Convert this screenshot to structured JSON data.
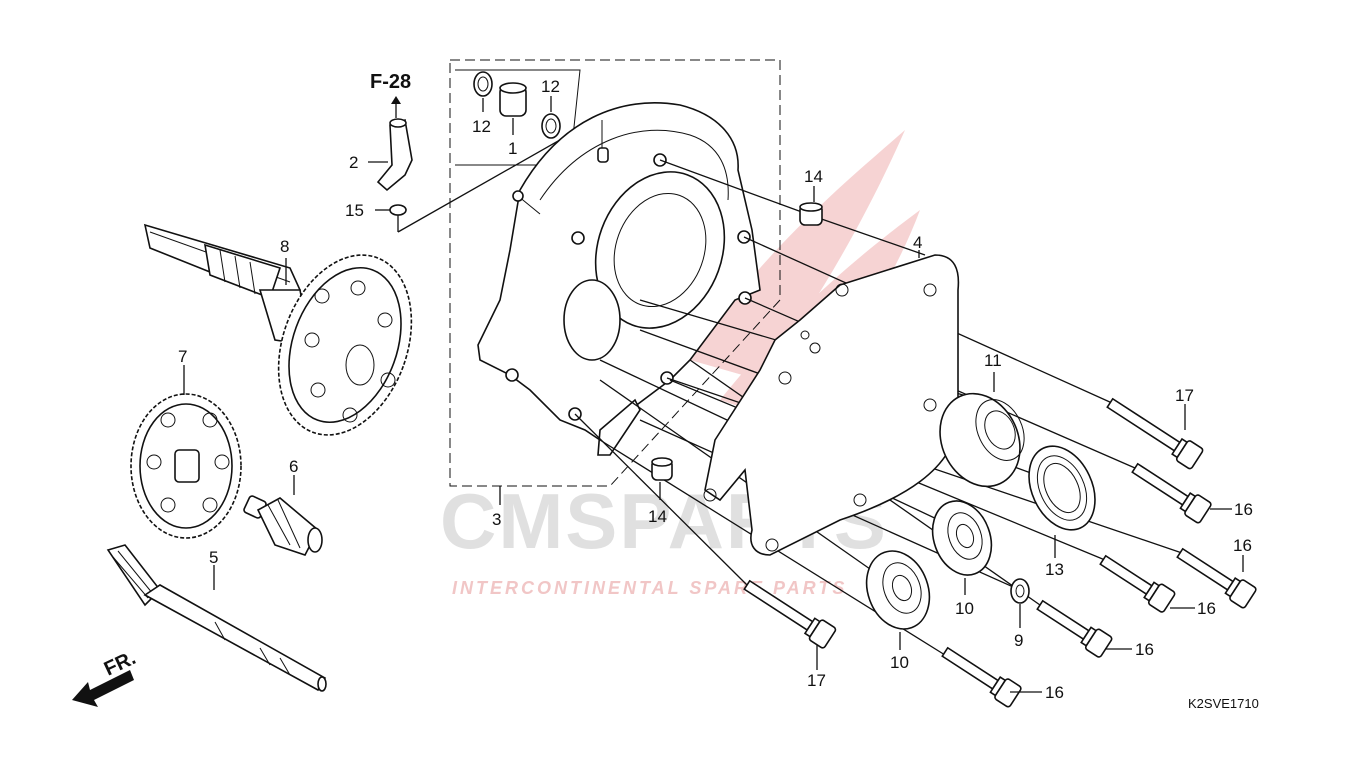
{
  "diagram": {
    "reference": "F-28",
    "diagram_code": "K2SVE1710",
    "front_marker": "FR.",
    "watermark": {
      "brand": "CMSPARTS",
      "tagline": "INTERCONTINENTAL SPARE PARTS"
    },
    "callouts": {
      "c1": "1",
      "c2": "2",
      "c3": "3",
      "c4": "4",
      "c5": "5",
      "c6": "6",
      "c7": "7",
      "c8": "8",
      "c9": "9",
      "c10a": "10",
      "c10b": "10",
      "c11": "11",
      "c12a": "12",
      "c12b": "12",
      "c13": "13",
      "c14a": "14",
      "c14b": "14",
      "c15": "15",
      "c16a": "16",
      "c16b": "16",
      "c16c": "16",
      "c16d": "16",
      "c16e": "16",
      "c17a": "17",
      "c17b": "17"
    }
  },
  "colors": {
    "line": "#111111",
    "watermark_grey": "#e0e0e0",
    "watermark_red": "#f1c6c6"
  }
}
